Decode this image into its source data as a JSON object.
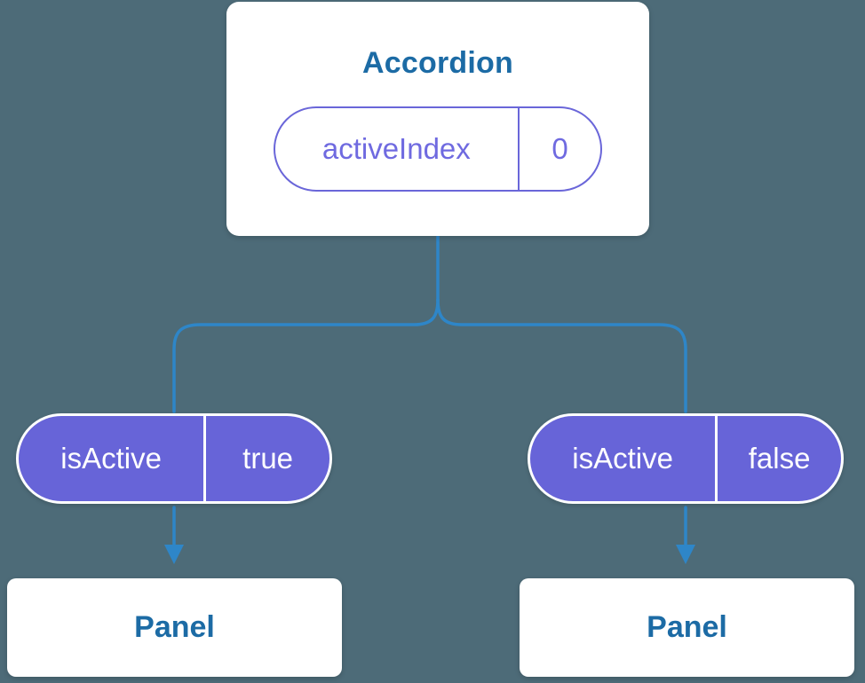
{
  "colors": {
    "background": "#4d6b78",
    "card_background": "#ffffff",
    "heading_text": "#1c6ba5",
    "pill_fill_purple": "#6764d8",
    "pill_outline_purple": "#6a66d9",
    "pill_text_purple": "#6f6ae0",
    "connector_blue": "#2e86c8"
  },
  "root_card": {
    "title": "Accordion",
    "state_pill": {
      "name": "activeIndex",
      "value": "0"
    }
  },
  "children": [
    {
      "prop_pill": {
        "name": "isActive",
        "value": "true"
      },
      "panel_label": "Panel"
    },
    {
      "prop_pill": {
        "name": "isActive",
        "value": "false"
      },
      "panel_label": "Panel"
    }
  ]
}
